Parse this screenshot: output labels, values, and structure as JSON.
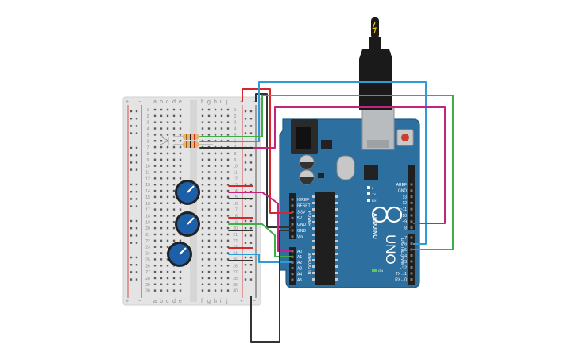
{
  "breadboard": {
    "column_letters_left": [
      "a",
      "b",
      "c",
      "d",
      "e"
    ],
    "column_letters_right": [
      "f",
      "g",
      "h",
      "i",
      "j"
    ],
    "row_count": 30,
    "rail_plus": "+",
    "rail_minus": "−"
  },
  "arduino": {
    "brand": "ARDUINO",
    "model": "UNO",
    "power_header_title": "POWER",
    "analog_header_title": "ANALOG IN",
    "digital_header_title": "DIGITAL (PWM~)",
    "power_pins": [
      "IOREF",
      "RESET",
      "3.3V",
      "5V",
      "GND",
      "GND",
      "Vin"
    ],
    "analog_pins": [
      "A0",
      "A1",
      "A2",
      "A3",
      "A4",
      "A5"
    ],
    "digital_pins_top": [
      "AREF",
      "GND",
      "13",
      "12",
      "~11",
      "~10",
      "~9",
      "8"
    ],
    "digital_pins_bottom": [
      "7",
      "~6",
      "~5",
      "4",
      "~3",
      "2",
      "TX→1",
      "RX←0"
    ],
    "on_label": "ON",
    "tx_label": "TX",
    "rx_label": "RX",
    "l_label": "L"
  },
  "colors": {
    "wire_red": "#d6282b",
    "wire_black": "#333333",
    "wire_magenta": "#c2247e",
    "wire_green": "#3fae49",
    "wire_blue": "#2e9bd6",
    "board_blue": "#2d6f9e",
    "breadboard": "#e4e4e4",
    "knob_blue": "#1d5fa8"
  },
  "components": {
    "potentiometers": [
      "pot-1",
      "pot-2",
      "pot-3"
    ],
    "resistors": [
      "resistor-1",
      "resistor-2"
    ]
  }
}
